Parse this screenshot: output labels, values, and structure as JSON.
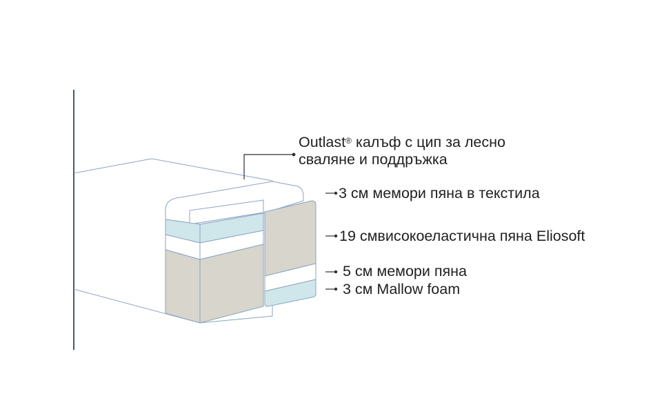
{
  "labels": {
    "cover_brand": "Outlast",
    "cover_mark": "®",
    "cover_line1_rest": " калъф с цип за лесно",
    "cover_line2": "сваляне и поддръжка",
    "layer_memory_textile": "3 см мемори пяна в текстила",
    "layer_eliosoft": "19 смвисокоеластична пяна Eliosoft",
    "layer_memory": "5 см мемори пяна",
    "layer_mallow": "3 см Mallow foam"
  },
  "colors": {
    "outline": "#8aa3c0",
    "axis_line": "#3e5a73",
    "leader": "#2f2f2f",
    "beige_foam": "#d7d5cc",
    "blue_foam": "#cfe7ea",
    "white_foam": "#ffffff",
    "text": "#1f1f1f"
  }
}
